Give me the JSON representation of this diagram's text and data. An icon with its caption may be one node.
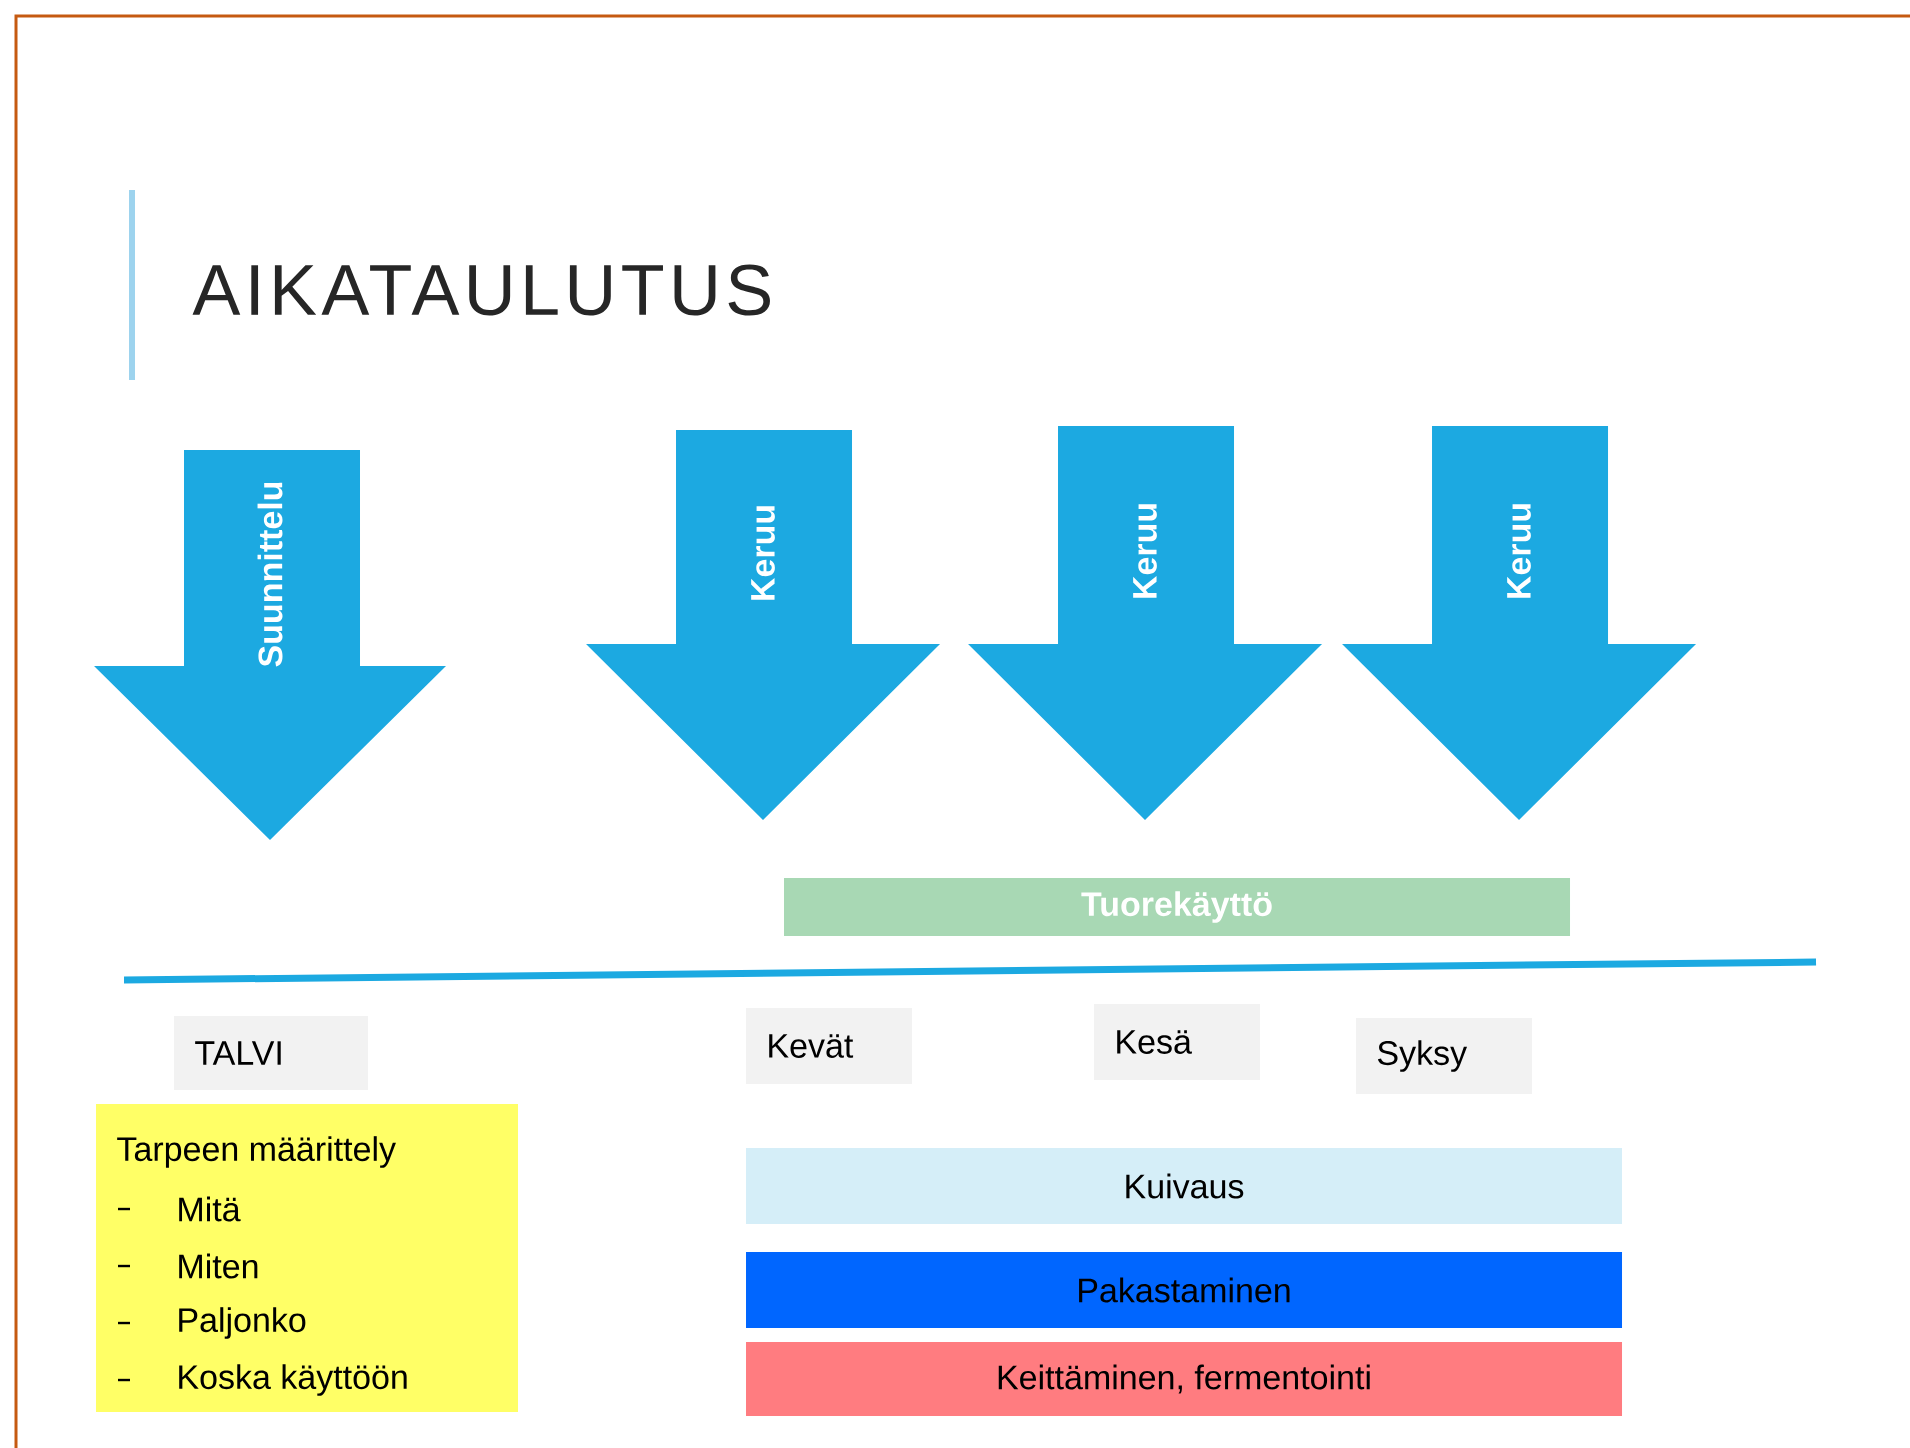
{
  "diagram": {
    "title": "AIKATAULUTUS",
    "nodes": [
      {
        "text": [
          "Suunnittelu"
        ]
      },
      {
        "text": [
          "Keruu"
        ]
      },
      {
        "text": [
          "Keruu"
        ]
      },
      {
        "text": [
          "Keruu"
        ]
      },
      {
        "text": [
          "Tuorekäyttö"
        ]
      },
      {
        "text": [
          "TALVI"
        ]
      },
      {
        "text": [
          "Kevät"
        ]
      },
      {
        "text": [
          "Kesä"
        ]
      },
      {
        "text": [
          "Syksy"
        ]
      },
      {
        "text": [
          "Tarpeen määrittely",
          "Mitä",
          "Miten",
          "Paljonko",
          "Koska käyttöön"
        ]
      },
      {
        "text": [
          "Kuivaus"
        ]
      },
      {
        "text": [
          "Pakastaminen"
        ]
      },
      {
        "text": [
          "Keittäminen, fermentointi"
        ]
      }
    ]
  }
}
